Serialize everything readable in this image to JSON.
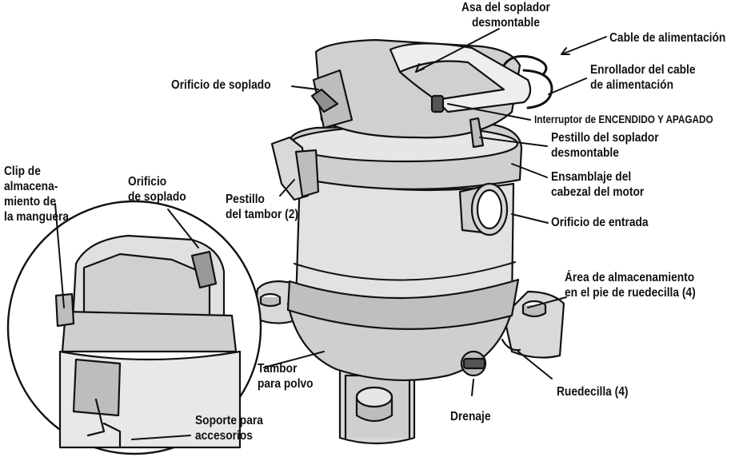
{
  "labels": {
    "blower_handle": "Asa del soplador\ndesmontable",
    "power_cord": "Cable de alimentación",
    "cord_wrap": "Enrollador del cable\nde alimentación",
    "blow_port": "Orificio de soplado",
    "on_off_switch": "Interruptor de ENCENDIDO Y APAGADO",
    "blower_latch": "Pestillo del soplador\ndesmontable",
    "motor_head": "Ensamblaje del\ncabezal del motor",
    "inlet_port": "Orificio de entrada",
    "drum_latch": "Pestillo\ndel tambor (2)",
    "hose_clip": "Clip de\nalmacena-\nmiento de\nla manguera",
    "inset_blow_port": "Orificio\nde soplado",
    "caster_storage": "Área de almacenamiento\nen el pie de ruedecilla (4)",
    "dust_drum": "Tambor\npara polvo",
    "caster": "Ruedecilla (4)",
    "drain": "Drenaje",
    "accessory_holder": "Soporte para\naccesorios"
  }
}
